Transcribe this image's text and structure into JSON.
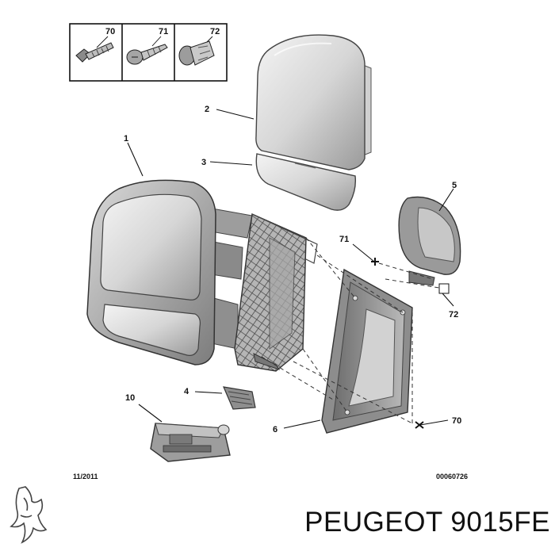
{
  "fastener_box": {
    "labels": [
      "70",
      "71",
      "72"
    ]
  },
  "callouts": {
    "c1": "1",
    "c2": "2",
    "c3": "3",
    "c4": "4",
    "c5": "5",
    "c6": "6",
    "c10": "10",
    "c70": "70",
    "c71": "71",
    "c72": "72"
  },
  "footer": {
    "date": "11/2011",
    "code": "00060726"
  },
  "brand": {
    "caption": "PEUGEOT 9015FE",
    "logo_icon": "peugeot-lion-icon"
  }
}
